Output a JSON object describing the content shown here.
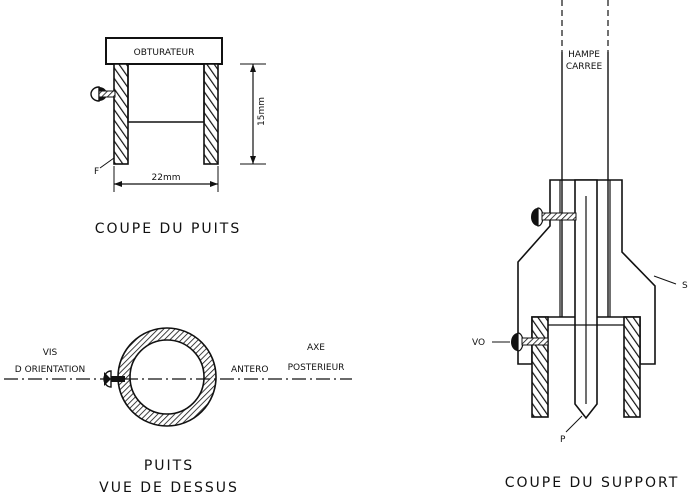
{
  "labels": {
    "obturateur": "OBTURATEUR",
    "dim_height": "15mm",
    "dim_width": "22mm",
    "f": "F",
    "coupe_puits": "COUPE DU PUITS",
    "vis_line1": "VIS",
    "vis_line2": "D ORIENTATION",
    "antero": "ANTERO",
    "axe_line1": "AXE",
    "axe_line2": "POSTERIEUR",
    "vue_line1": "PUITS",
    "vue_line2": "VUE DE DESSUS",
    "hampe_line1": "HAMPE",
    "hampe_line2": "CARREE",
    "s": "S",
    "vo": "VO",
    "p": "P",
    "coupe_support": "COUPE DU SUPPORT"
  }
}
